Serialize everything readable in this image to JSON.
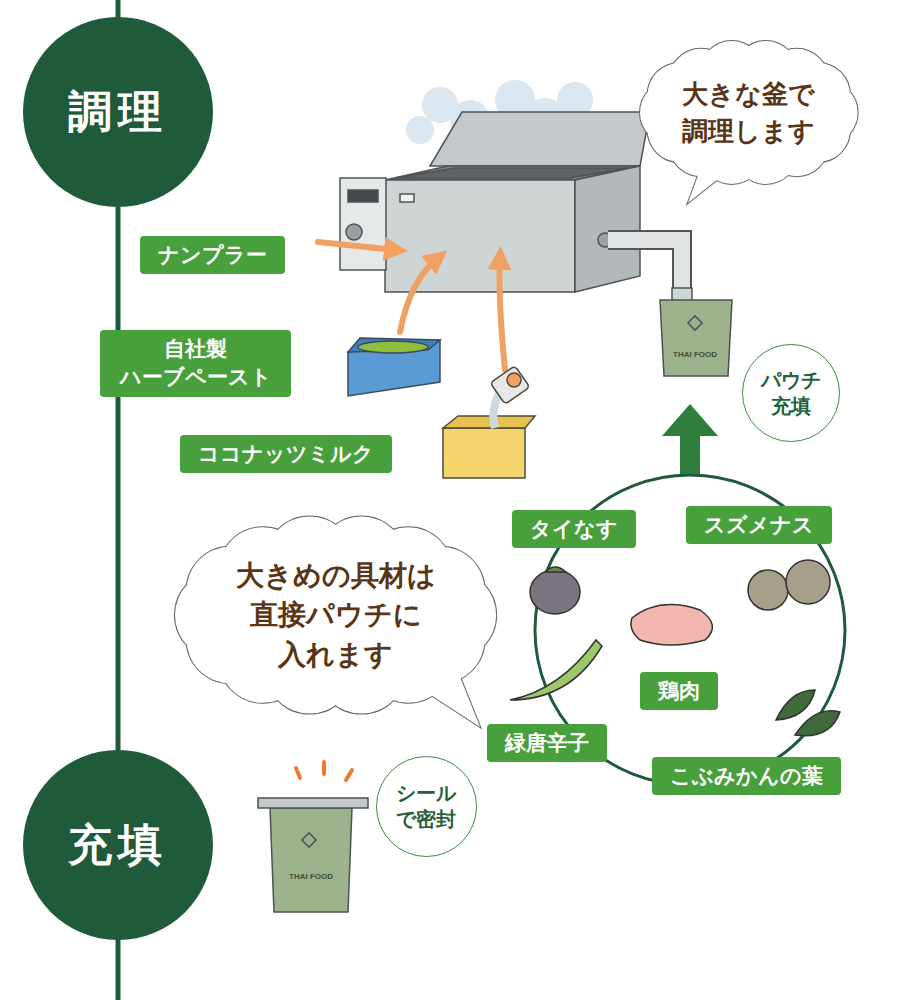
{
  "diagram": {
    "nodes": [
      {
        "text": [
          "調理"
        ]
      },
      {
        "text": [
          "大きな釜で 調理します"
        ]
      },
      {
        "text": [
          "ナンプラー"
        ]
      },
      {
        "text": [
          "自社製 ハーブペースト"
        ]
      },
      {
        "text": [
          "パウチ 充填"
        ]
      },
      {
        "text": [
          "ココナッツミルク"
        ]
      },
      {
        "text": [
          "タイなす"
        ]
      },
      {
        "text": [
          "スズメナス"
        ]
      },
      {
        "text": [
          "大きめの具材は 直接パウチに 入れます"
        ]
      },
      {
        "text": [
          "鶏肉"
        ]
      },
      {
        "text": [
          "緑唐辛子"
        ]
      },
      {
        "text": [
          "こぶみかんの葉"
        ]
      },
      {
        "text": [
          "充填"
        ]
      },
      {
        "text": [
          "シール で密封"
        ]
      }
    ],
    "edges": [
      {
        "from": 0,
        "to": 12,
        "arrow": "none"
      }
    ],
    "labels": [
      "THAI FOOD",
      "THAI FOOD"
    ]
  }
}
